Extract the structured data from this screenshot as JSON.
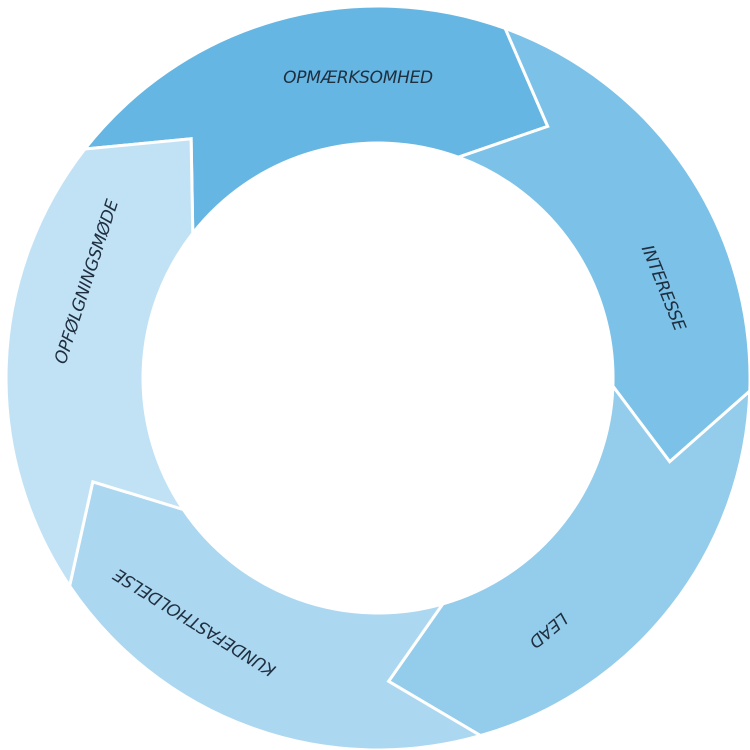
{
  "diagram": {
    "type": "cycle",
    "direction": "clockwise",
    "segments": [
      {
        "label": "OPMÆRKSOMHED",
        "color": "#66b6e3"
      },
      {
        "label": "INTERESSE",
        "color": "#7cc1e8"
      },
      {
        "label": "LEAD",
        "color": "#94cceb"
      },
      {
        "label": "KUNDEFASTHOLDELSE",
        "color": "#acd7f0"
      },
      {
        "label": "OPFØLGNINGSMØDE",
        "color": "#c1e2f5"
      }
    ],
    "separator_color": "#ffffff",
    "text_color": "#1f2f3f"
  }
}
